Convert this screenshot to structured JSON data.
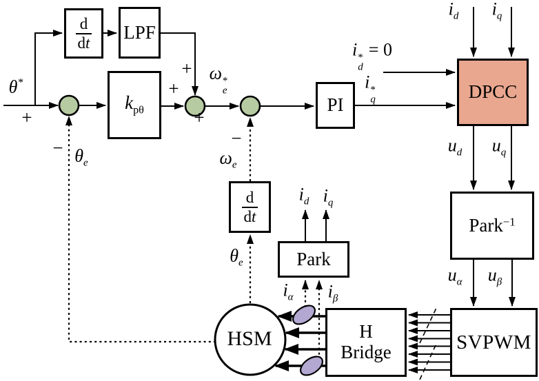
{
  "diagram": {
    "title": "position-sensorless HSM drive control block diagram",
    "blocks": {
      "ddt1": {
        "num": "d",
        "den_d": "d",
        "den_t": "t"
      },
      "lpf": "LPF",
      "kp": {
        "base": "k",
        "sub": "pθ"
      },
      "pi": "PI",
      "dpcc": "DPCC",
      "park_inv": {
        "base": "Park",
        "sup": "−1"
      },
      "svpwm": "SVPWM",
      "hbridge": {
        "line1": "H",
        "line2": "Bridge"
      },
      "hsm": "HSM",
      "park": "Park",
      "ddt2": {
        "num": "d",
        "den_d": "d",
        "den_t": "t"
      }
    },
    "labels": {
      "theta_ref": {
        "base": "θ",
        "sup": "*"
      },
      "theta_e_fb": {
        "base": "θ",
        "sub": "e"
      },
      "theta_e_mid": {
        "base": "θ",
        "sub": "e"
      },
      "omega_ref": {
        "base": "ω",
        "sup": "*",
        "sub": "e"
      },
      "omega_e": {
        "base": "ω",
        "sub": "e"
      },
      "iq_ref": {
        "base": "i",
        "sup": "*",
        "sub": "q"
      },
      "id_ref": {
        "base": "i",
        "sup": "*",
        "sub": "d",
        "suffix": "= 0"
      },
      "id_top": {
        "base": "i",
        "sub": "d"
      },
      "iq_top": {
        "base": "i",
        "sub": "q"
      },
      "ud": {
        "base": "u",
        "sub": "d"
      },
      "uq": {
        "base": "u",
        "sub": "q"
      },
      "u_alpha": {
        "base": "u",
        "sub": "α"
      },
      "u_beta": {
        "base": "u",
        "sub": "β"
      },
      "id_mid": {
        "base": "i",
        "sub": "d"
      },
      "iq_mid": {
        "base": "i",
        "sub": "q"
      },
      "i_alpha": {
        "base": "i",
        "sub": "α"
      },
      "i_beta": {
        "base": "i",
        "sub": "β"
      }
    },
    "signs": {
      "s1_plus": "+",
      "s1_minus": "−",
      "s2_plus_left": "+",
      "s2_plus_top": "+",
      "s3_plus": "+",
      "s3_minus": "−"
    },
    "colors": {
      "sum_junction_fill": "#b7cba3",
      "dpcc_fill": "#e9a78f",
      "current_sensor_fill": "#b3a8d1",
      "line": "#000000",
      "background": "#ffffff"
    }
  }
}
